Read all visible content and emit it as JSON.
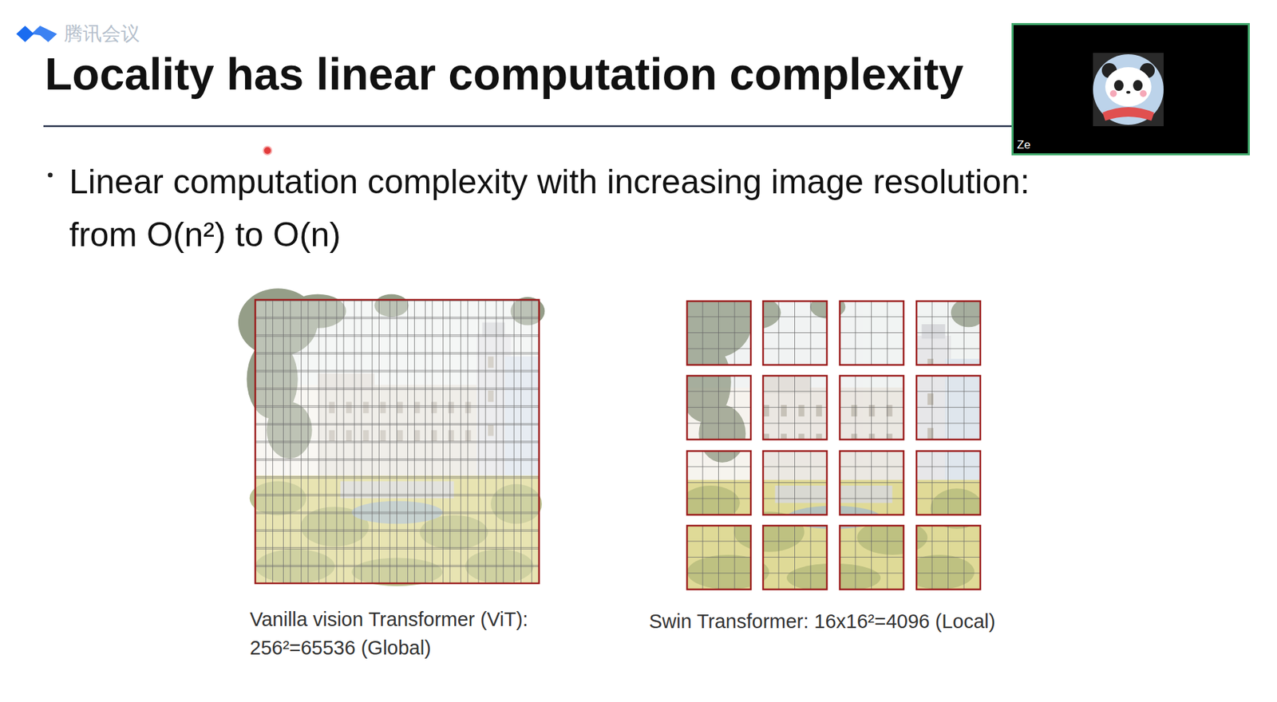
{
  "diagram": {
    "title": "Locality has linear computation complexity",
    "nodes": [
      {
        "text": [
          "Ze"
        ]
      }
    ],
    "labels": [
      "腾讯会议",
      "Linear computation complexity with increasing image resolution: from O(n²) to O(n)",
      "Vanilla vision Transformer (ViT): 256²=65536 (Global)",
      "Swin Transformer: 16x16²=4096 (Local)"
    ]
  }
}
